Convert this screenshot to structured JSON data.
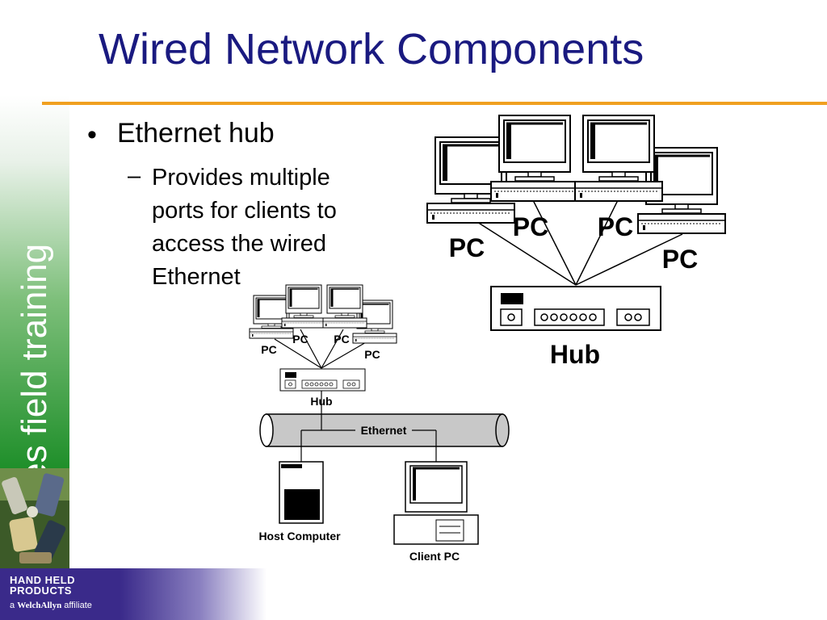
{
  "slide": {
    "title": "Wired Network Components",
    "sidebar_text": "sales field training",
    "bullet": "Ethernet hub",
    "sub_bullet_lines": [
      "Provides multiple",
      "ports for clients to",
      "access the wired",
      "Ethernet"
    ]
  },
  "logo": {
    "line1": "HAND HELD",
    "line2": "PRODUCTS",
    "prefix": "a",
    "brand": "WelchAllyn",
    "suffix": "affiliate"
  },
  "large_diagram": {
    "pc_labels": [
      "PC",
      "PC",
      "PC",
      "PC"
    ],
    "hub_label": "Hub"
  },
  "small_diagram": {
    "pc_labels": [
      "PC",
      "PC",
      "PC",
      "PC"
    ],
    "hub_label": "Hub",
    "ethernet_label": "Ethernet",
    "host_label": "Host Computer",
    "client_label": "Client PC"
  },
  "colors": {
    "title": "#1a1a80",
    "rule": "#f0a020",
    "sidebar_green": "#1f8f2a",
    "logo_purple": "#3a2a8a"
  }
}
